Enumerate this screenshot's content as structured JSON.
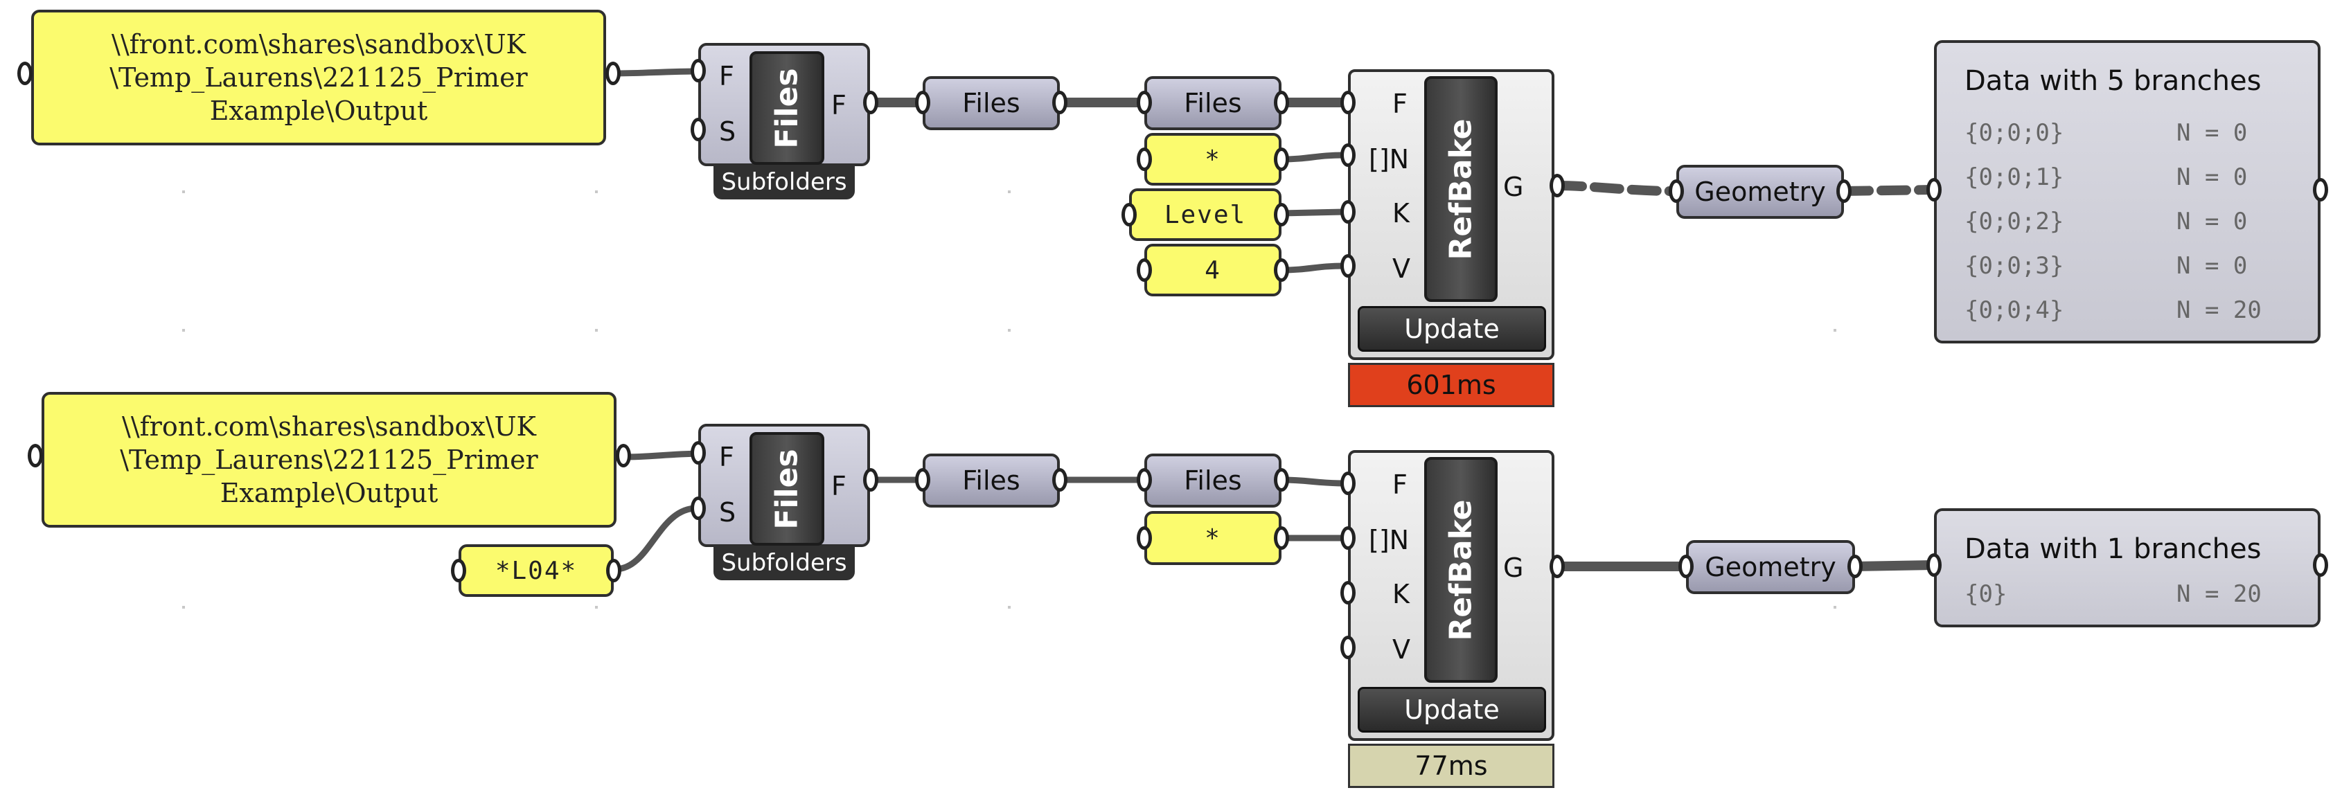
{
  "row1": {
    "path_panel": {
      "text": "\\\\front.com\\shares\\sandbox\\UK\n\\Temp_Laurens\\221125_Primer\nExample\\Output"
    },
    "files_comp": {
      "inputs": [
        "F",
        "S"
      ],
      "name": "Files",
      "output": "F",
      "tag": "Subfolders"
    },
    "files_param_1": "Files",
    "files_param_2": "Files",
    "star_panel": "*",
    "level_panel": "Level",
    "four_panel": "4",
    "refbake": {
      "inputs": [
        "F",
        "[]N",
        "K",
        "V"
      ],
      "name": "RefBake",
      "output": "G",
      "update_label": "Update",
      "timer": "601ms"
    },
    "geometry_param": "Geometry",
    "viewer": {
      "title": "Data with 5 branches",
      "rows": [
        {
          "path": "{0;0;0}",
          "count": "N = 0"
        },
        {
          "path": "{0;0;1}",
          "count": "N = 0"
        },
        {
          "path": "{0;0;2}",
          "count": "N = 0"
        },
        {
          "path": "{0;0;3}",
          "count": "N = 0"
        },
        {
          "path": "{0;0;4}",
          "count": "N = 20"
        }
      ]
    }
  },
  "row2": {
    "path_panel": {
      "text": "\\\\front.com\\shares\\sandbox\\UK\n\\Temp_Laurens\\221125_Primer\nExample\\Output"
    },
    "filter_panel": "*L04*",
    "files_comp": {
      "inputs": [
        "F",
        "S"
      ],
      "name": "Files",
      "output": "F",
      "tag": "Subfolders"
    },
    "files_param_1": "Files",
    "files_param_2": "Files",
    "star_panel": "*",
    "refbake": {
      "inputs": [
        "F",
        "[]N",
        "K",
        "V"
      ],
      "name": "RefBake",
      "output": "G",
      "update_label": "Update",
      "timer": "77ms"
    },
    "geometry_param": "Geometry",
    "viewer": {
      "title": "Data with 1 branches",
      "rows": [
        {
          "path": "{0}",
          "count": "N = 20"
        }
      ]
    }
  },
  "colors": {
    "panel": "#fbfb6e",
    "timer_hot": "#e0401c",
    "timer_cool": "#d6d4ae",
    "wire": "#555555"
  }
}
